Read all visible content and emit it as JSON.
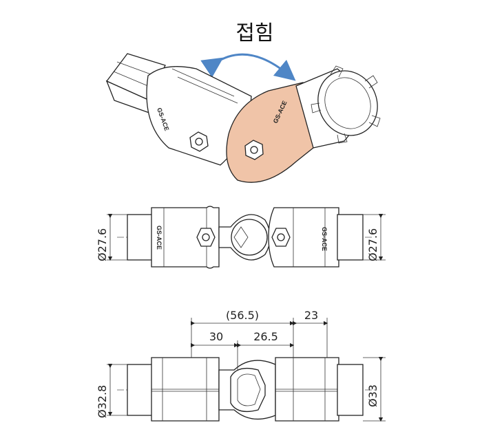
{
  "title": "접힘",
  "brand": "GS-ACE",
  "colors": {
    "arrow": "#4f86c6",
    "rotating_part": "#f0c4a8",
    "line": "#222222"
  },
  "dimensions": {
    "top_view_left_dia": "Ø27.6",
    "top_view_right_dia": "Ø27.6",
    "overall": "(56.5)",
    "right_length": "23",
    "seg_a": "30",
    "seg_b": "26.5",
    "side_view_left_dia": "Ø32.8",
    "side_view_right_dia": "Ø33"
  }
}
